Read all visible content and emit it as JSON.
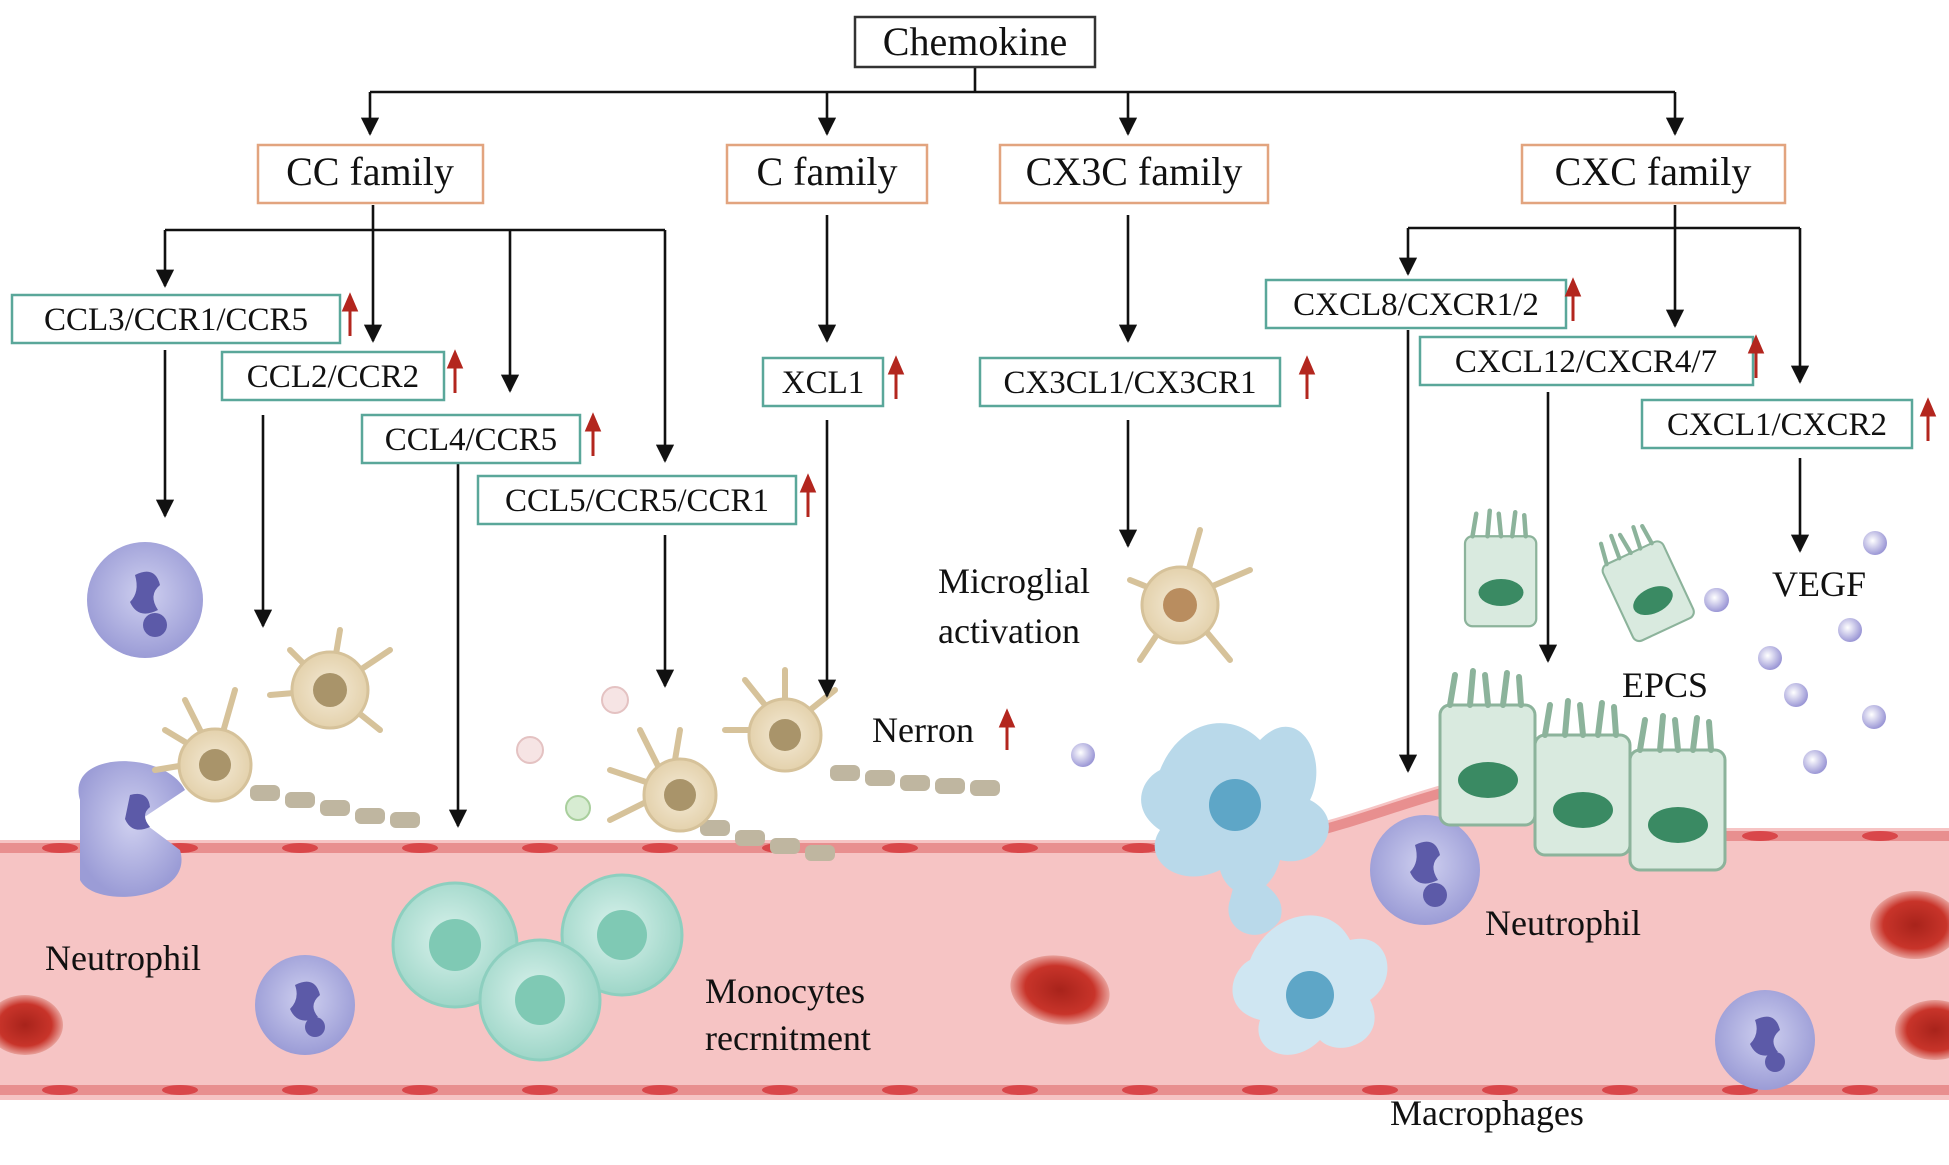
{
  "root": "Chemokine",
  "families": {
    "cc": "CC family",
    "c": "C family",
    "cx3c": "CX3C family",
    "cxc": "CXC family"
  },
  "receptors": {
    "ccl3": "CCL3/CCR1/CCR5",
    "ccl2": "CCL2/CCR2",
    "ccl4": "CCL4/CCR5",
    "ccl5": "CCL5/CCR5/CCR1",
    "xcl1": "XCL1",
    "cx3cl1": "CX3CL1/CX3CR1",
    "cxcl8": "CXCL8/CXCR1/2",
    "cxcl12": "CXCL12/CXCR4/7",
    "cxcl1": "CXCL1/CXCR2"
  },
  "labels": {
    "neutrophil_left": "Neutrophil",
    "monocytes_line1": "Monocytes",
    "monocytes_line2": "recrnitment",
    "nerron": "Nerron",
    "microglial_line1": "Microglial",
    "microglial_line2": "activation",
    "epcs": "EPCS",
    "vegf": "VEGF",
    "neutrophil_right": "Neutrophil",
    "macrophages": "Macrophages"
  },
  "colors": {
    "up_arrow": "#b3261e",
    "family_border": "#e2a47f",
    "receptor_border": "#5aa79a",
    "vessel": "#f4b9b9"
  }
}
